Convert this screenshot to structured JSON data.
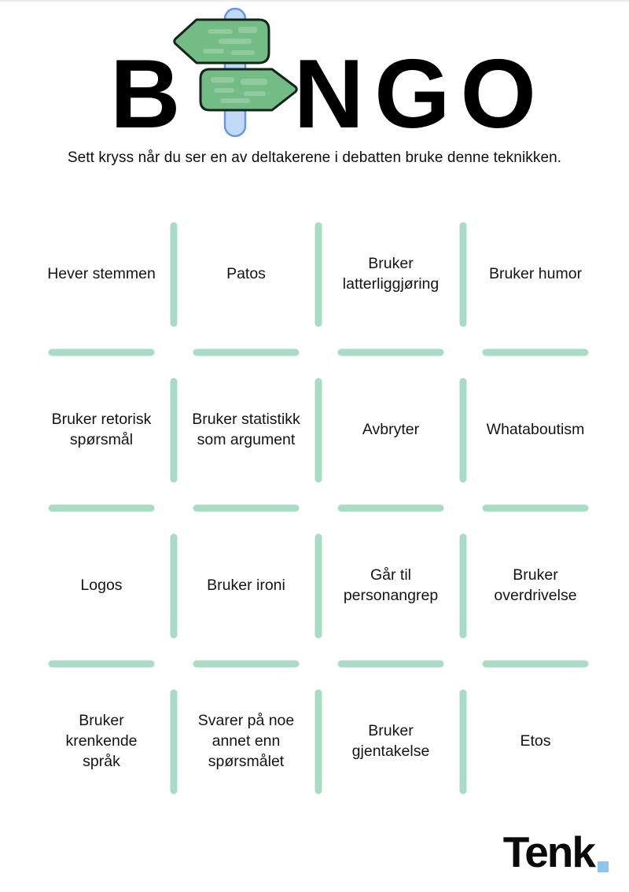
{
  "page": {
    "title_prefix": "B",
    "title_suffix": "NGO",
    "subtitle": "Sett kryss når du ser en av deltakerene i debatten bruke denne teknikken."
  },
  "brand": {
    "name": "Tenk"
  },
  "icons": {
    "signpost": "signpost-icon with blue pole, one green arrow sign pointing left and one pointing right, used in place of the letter I"
  },
  "colors": {
    "divider-green": "#aadbc4",
    "sign-green": "#74bc85",
    "sign-border": "#15241a",
    "pole-fill": "#c0d9f6",
    "pole-border": "#6898dd",
    "brand-dot": "#8fc5eb",
    "text-black": "#141414"
  },
  "grid": {
    "rows": 4,
    "cols": 4,
    "cells": [
      "Hever stemmen",
      "Patos",
      "Bruker\nlatterliggjøring",
      "Bruker humor",
      "Bruker retorisk\nspørsmål",
      "Bruker statistikk\nsom argument",
      "Avbryter",
      "Whataboutism",
      "Logos",
      "Bruker ironi",
      "Går til\npersonangrep",
      "Bruker\noverdrivelse",
      "Bruker\nkrenkende\nspråk",
      "Svarer på noe\nannet enn\nspørsmålet",
      "Bruker\ngjentakelse",
      "Etos"
    ]
  }
}
